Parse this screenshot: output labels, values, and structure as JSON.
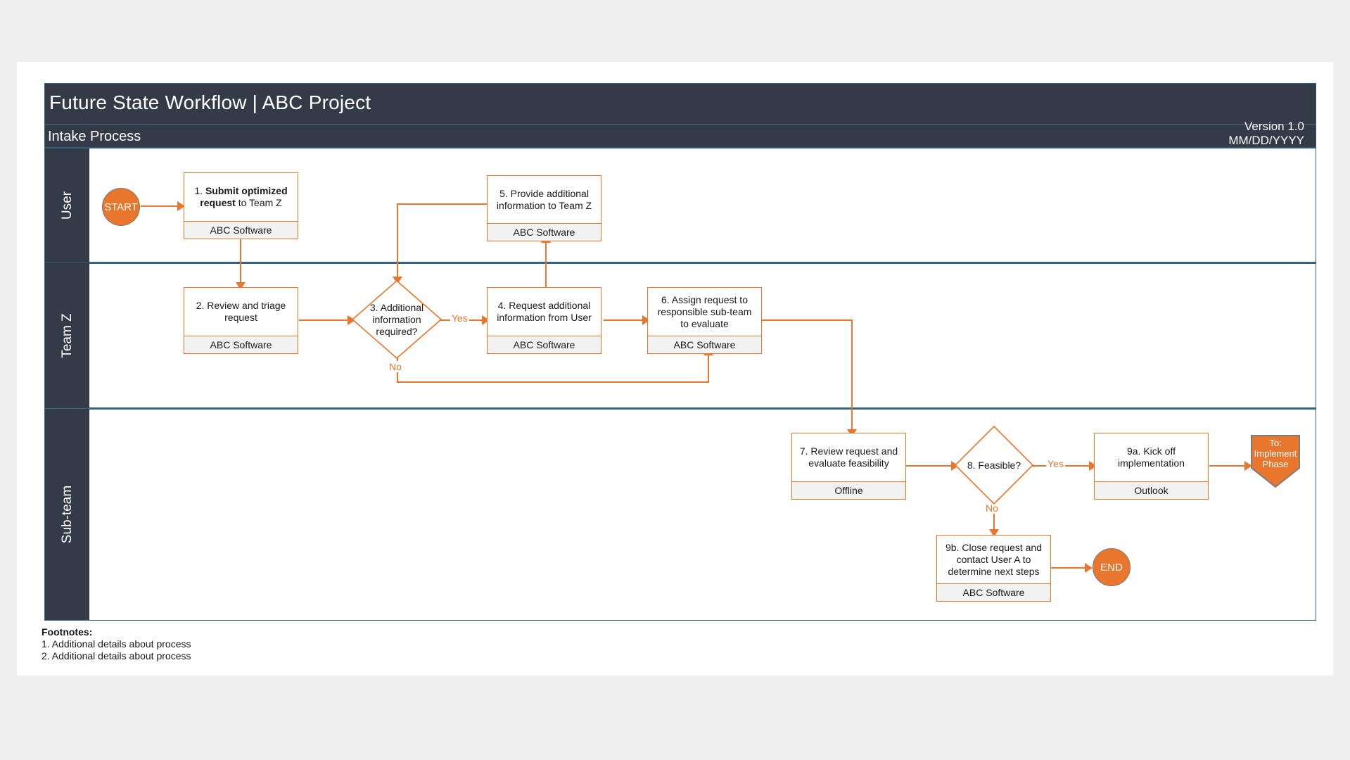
{
  "header": {
    "title": "Future State Workflow | ABC Project",
    "subtitle": "Intake Process",
    "version": "Version 1.0",
    "date": "MM/DD/YYYY"
  },
  "lanes": [
    {
      "label": "User"
    },
    {
      "label": "Team Z"
    },
    {
      "label": "Sub-team"
    }
  ],
  "terminators": {
    "start": "START",
    "end": "END"
  },
  "nodes": {
    "n1": {
      "text_prefix": "1. ",
      "text_bold": "Submit optimized request",
      "text_suffix": " to Team Z",
      "system": "ABC Software"
    },
    "n5": {
      "text": "5. Provide additional information to Team Z",
      "system": "ABC Software"
    },
    "n2": {
      "text": "2. Review and triage request",
      "system": "ABC Software"
    },
    "n3": {
      "text": "3. Additional information required?"
    },
    "n4": {
      "text": "4. Request additional information from User",
      "system": "ABC Software"
    },
    "n6": {
      "text": "6. Assign request to responsible sub-team to evaluate",
      "system": "ABC Software"
    },
    "n7": {
      "text": "7. Review request and evaluate feasibility",
      "system": "Offline"
    },
    "n8": {
      "text": "8. Feasible?"
    },
    "n9a": {
      "text": "9a. Kick off implementation",
      "system": "Outlook"
    },
    "n9b": {
      "text": "9b. Close request and contact User A to determine next steps",
      "system": "ABC Software"
    },
    "offpage": {
      "text": "To: Implement Phase"
    }
  },
  "edge_labels": {
    "yes_3": "Yes",
    "no_3": "No",
    "yes_8": "Yes",
    "no_8": "No"
  },
  "footnotes": {
    "title": "Footnotes:",
    "items": [
      "1. Additional details about process",
      "2. Additional details about process"
    ]
  },
  "colors": {
    "accent": "#e8762c",
    "header_bg": "#333b49",
    "lane_border": "#36647d",
    "node_footer_bg": "#f2f2f2"
  }
}
